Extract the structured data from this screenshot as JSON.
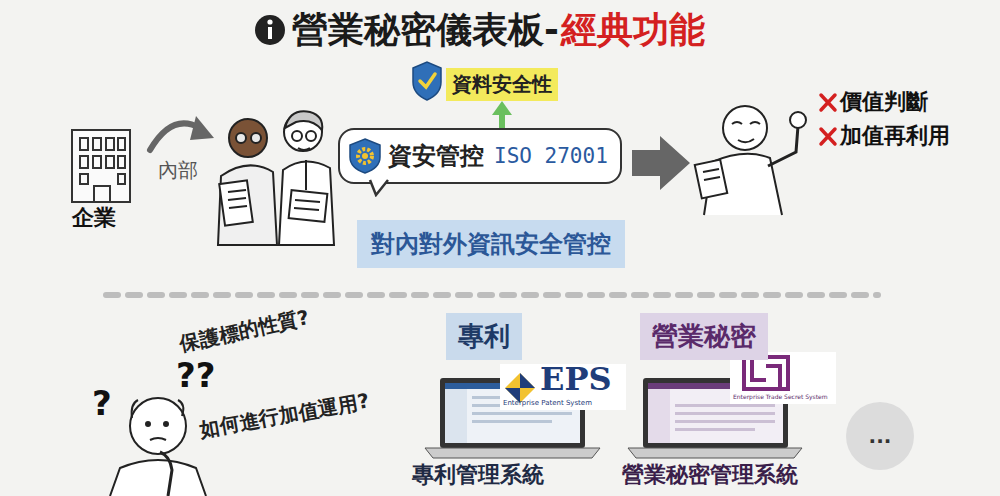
{
  "diagram": {
    "title": "營業秘密儀表板-",
    "nodes": [
      {
        "text": [
          "資安管控",
          "ISO 27001"
        ]
      },
      {
        "text": [
          "資料安全性"
        ]
      },
      {
        "text": [
          "對內對外資訊安全管控"
        ]
      },
      {
        "text": [
          "專利"
        ]
      },
      {
        "text": [
          "營業秘密"
        ]
      },
      {
        "text": [
          "..."
        ]
      }
    ],
    "edges": [
      {
        "from": 0,
        "to": 1,
        "arrow": "to"
      }
    ],
    "labels": [
      "經典功能",
      "企業",
      "內部",
      "價值判斷",
      "加值再利用",
      "?",
      "??",
      "保護標的性質?",
      "如何進行加值運用?",
      "EPS",
      "Enterprise Patent System",
      "專利管理系統",
      "Enterprise Trade Secret System",
      "營業秘密管理系統"
    ]
  }
}
